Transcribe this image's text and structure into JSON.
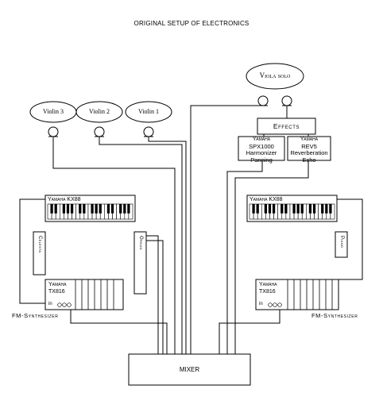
{
  "title": "ORIGINAL SETUP OF ELECTRONICS",
  "performers": {
    "violin3": "Violin 3",
    "violin2": "Violin 2",
    "violin1": "Violin 1",
    "viola_solo": "Viola solo"
  },
  "effects": {
    "label": "Effects",
    "unit1": {
      "brand": "Yamaha",
      "model": "SPX1000",
      "line1": "Harmonizer",
      "line2": "Panning"
    },
    "unit2": {
      "brand": "Yamaha",
      "model": "REV5",
      "line1": "Reverberation",
      "line2": "Echo"
    }
  },
  "left_rig": {
    "keyboard": "Yamaha KX88",
    "celesta": "Celesta",
    "organ": "Organ",
    "synth_brand": "Yamaha",
    "synth_model": "TX816",
    "in_label": "in",
    "fm_label": "FM-Synthesizer"
  },
  "right_rig": {
    "keyboard": "Yamaha KX88",
    "piano": "Piano",
    "synth_brand": "Yamaha",
    "synth_model": "TX816",
    "in_label": "in",
    "fm_label": "FM-Synthesizer"
  },
  "mixer": "MIXER"
}
